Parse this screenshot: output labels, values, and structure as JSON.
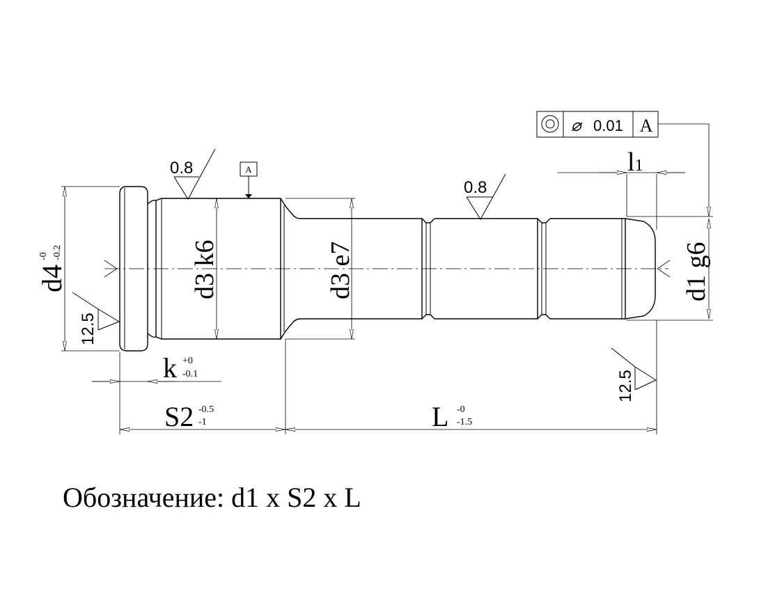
{
  "dimensions": {
    "d4": {
      "label": "d4",
      "upper": "-0",
      "lower": "-0.2"
    },
    "d3_k6": {
      "label": "d3 k6"
    },
    "d3_e7": {
      "label": "d3 e7"
    },
    "d1_g6": {
      "label": "d1 g6"
    },
    "k": {
      "label": "k",
      "upper": "+0",
      "lower": "-0.1"
    },
    "s2": {
      "label": "S2",
      "upper": "-0.5",
      "lower": "-1"
    },
    "L": {
      "label": "L",
      "upper": "-0",
      "lower": "-1.5"
    },
    "l1": {
      "label": "l",
      "sub": "1"
    }
  },
  "roughness": {
    "left_body": "0.8",
    "mid_body": "0.8",
    "head_face": "12.5",
    "end_face": "12.5"
  },
  "datum": {
    "label": "A"
  },
  "tolerance_frame": {
    "symbol": "concentricity",
    "diameter": "⌀",
    "value": "0.01",
    "datum": "A"
  },
  "designation": "Обозначение:  d1 x S2 x L"
}
